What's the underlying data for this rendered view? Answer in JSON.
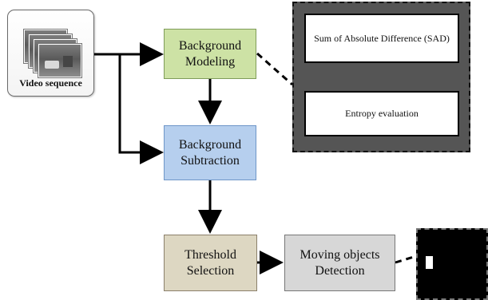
{
  "diagram": {
    "input": {
      "label": "Video sequence",
      "icon": "video-frames-icon"
    },
    "blocks": {
      "background_modeling": [
        "Background",
        "Modeling"
      ],
      "background_subtraction": [
        "Background",
        "Subtraction"
      ],
      "threshold_selection": [
        "Threshold",
        "Selection"
      ],
      "moving_objects_detection": [
        "Moving objects",
        "Detection"
      ]
    },
    "details": {
      "sad": [
        "Sum of Absolute Difference",
        "(SAD)"
      ],
      "entropy": "Entropy evaluation"
    },
    "output": {
      "icon": "binary-mask-icon"
    },
    "colors": {
      "background_modeling": "#cde2a5",
      "background_subtraction": "#b6cfee",
      "threshold_selection": "#ddd7c2",
      "moving_objects_detection": "#d7d7d7",
      "details_panel": "#555555"
    }
  }
}
